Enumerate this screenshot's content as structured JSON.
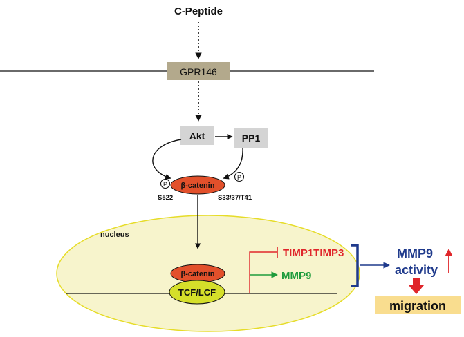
{
  "labels": {
    "c_peptide": "C-Peptide",
    "gpr146": "GPR146",
    "akt": "Akt",
    "pp1": "PP1",
    "beta_catenin": "β-catenin",
    "phospho_symbol": "P",
    "site_s522": "S522",
    "site_s33": "S33/37/T41",
    "nucleus": "nucleus",
    "beta_catenin_nuclear": "β-catenin",
    "tcf_lcf": "TCF/LCF",
    "timp": "TIMP1TIMP3",
    "mmp9_gene": "MMP9",
    "mmp9_activity_line1": "MMP9",
    "mmp9_activity_line2": "activity",
    "migration": "migration"
  },
  "colors": {
    "beta_catenin_fill": "#e2502b",
    "tcf_fill": "#d5df2a",
    "nucleus_fill": "#f7f4cc",
    "nucleus_stroke": "#e6dc28",
    "gpr146_fill": "#b3a98c",
    "box_fill": "#d4d4d4",
    "inhibit_red": "#e0262b",
    "activate_green": "#1e9b3c",
    "navy": "#1f3a8c",
    "migration_fill": "#f9dd8f",
    "arrow_red": "#e0262b"
  }
}
